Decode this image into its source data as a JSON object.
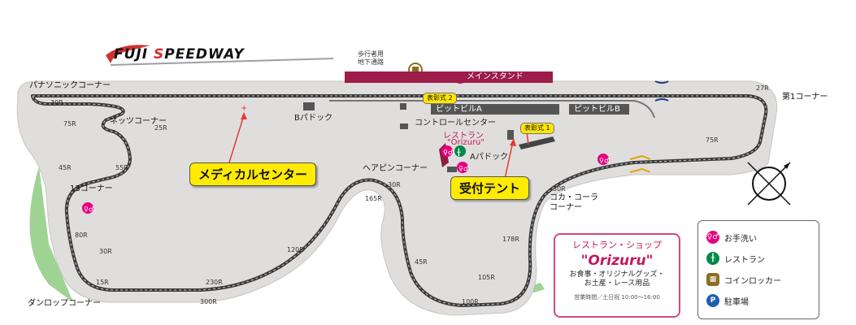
{
  "logo": {
    "brand_left": "FUJI",
    "brand_s": "S",
    "brand_right": "PEEDWAY"
  },
  "corners": {
    "panasonic": "パナソニックコーナー",
    "nets": "ネッツコーナー",
    "thirteen": "13コーナー",
    "hairpin": "ヘアピンコーナー",
    "cocacola": "コカ・コーラ\nコーナー",
    "dunlop": "ダンロップコーナー",
    "first": "第1コーナー"
  },
  "radii": {
    "r30_top": "30R",
    "r75_left": "75R",
    "r25": "25R",
    "r45": "45R",
    "r55": "55R",
    "r80": "80R",
    "r30_mid": "30R",
    "r15": "15R",
    "r230": "230R",
    "r300": "300R",
    "r120": "120R",
    "r165": "165R",
    "r30_hairpin": "30R",
    "r45_low": "45R",
    "r105": "105R",
    "r100": "100R",
    "r178": "178R",
    "r30_coca": "30R",
    "r75_right": "75R",
    "r27": "27R"
  },
  "facilities": {
    "underpass": "歩行者用\n地下通路",
    "main_stand": "メインスタンド",
    "b_paddock": "Bパドック",
    "pit_a": "ピットビルA",
    "pit_b": "ピットビルB",
    "control": "コントロールセンター",
    "restaurant_line1": "レストラン",
    "restaurant_line2": "\"Orizuru\"",
    "a_paddock": "Aパドック",
    "podium1": "表彰式 1",
    "podium2": "表彰式 2"
  },
  "callouts": {
    "medical": "メディカルセンター",
    "reception": "受付テント"
  },
  "shop": {
    "title": "レストラン・ショップ",
    "name": "\"Orizuru\"",
    "desc": "お食事・オリジナルグッズ・\nお土産・レース用品",
    "hours": "営業時間／土日祝 10:00〜16:00"
  },
  "legend": [
    {
      "icon": "restroom-icon",
      "label": "お手洗い",
      "color": "#e4007f"
    },
    {
      "icon": "restaurant-icon",
      "label": "レストラン",
      "color": "#00884a"
    },
    {
      "icon": "locker-icon",
      "label": "コインロッカー",
      "color": "#8a6d1f"
    },
    {
      "icon": "parking-icon",
      "label": "駐車場",
      "color": "#1e5fb3"
    }
  ],
  "colors": {
    "track": "#e0dedd",
    "track_edge": "#c8c4c3",
    "grass": "#9ed393",
    "asphalt": "#3a3a3a",
    "highlight": "#ffeb00",
    "accent": "#c2185b"
  }
}
